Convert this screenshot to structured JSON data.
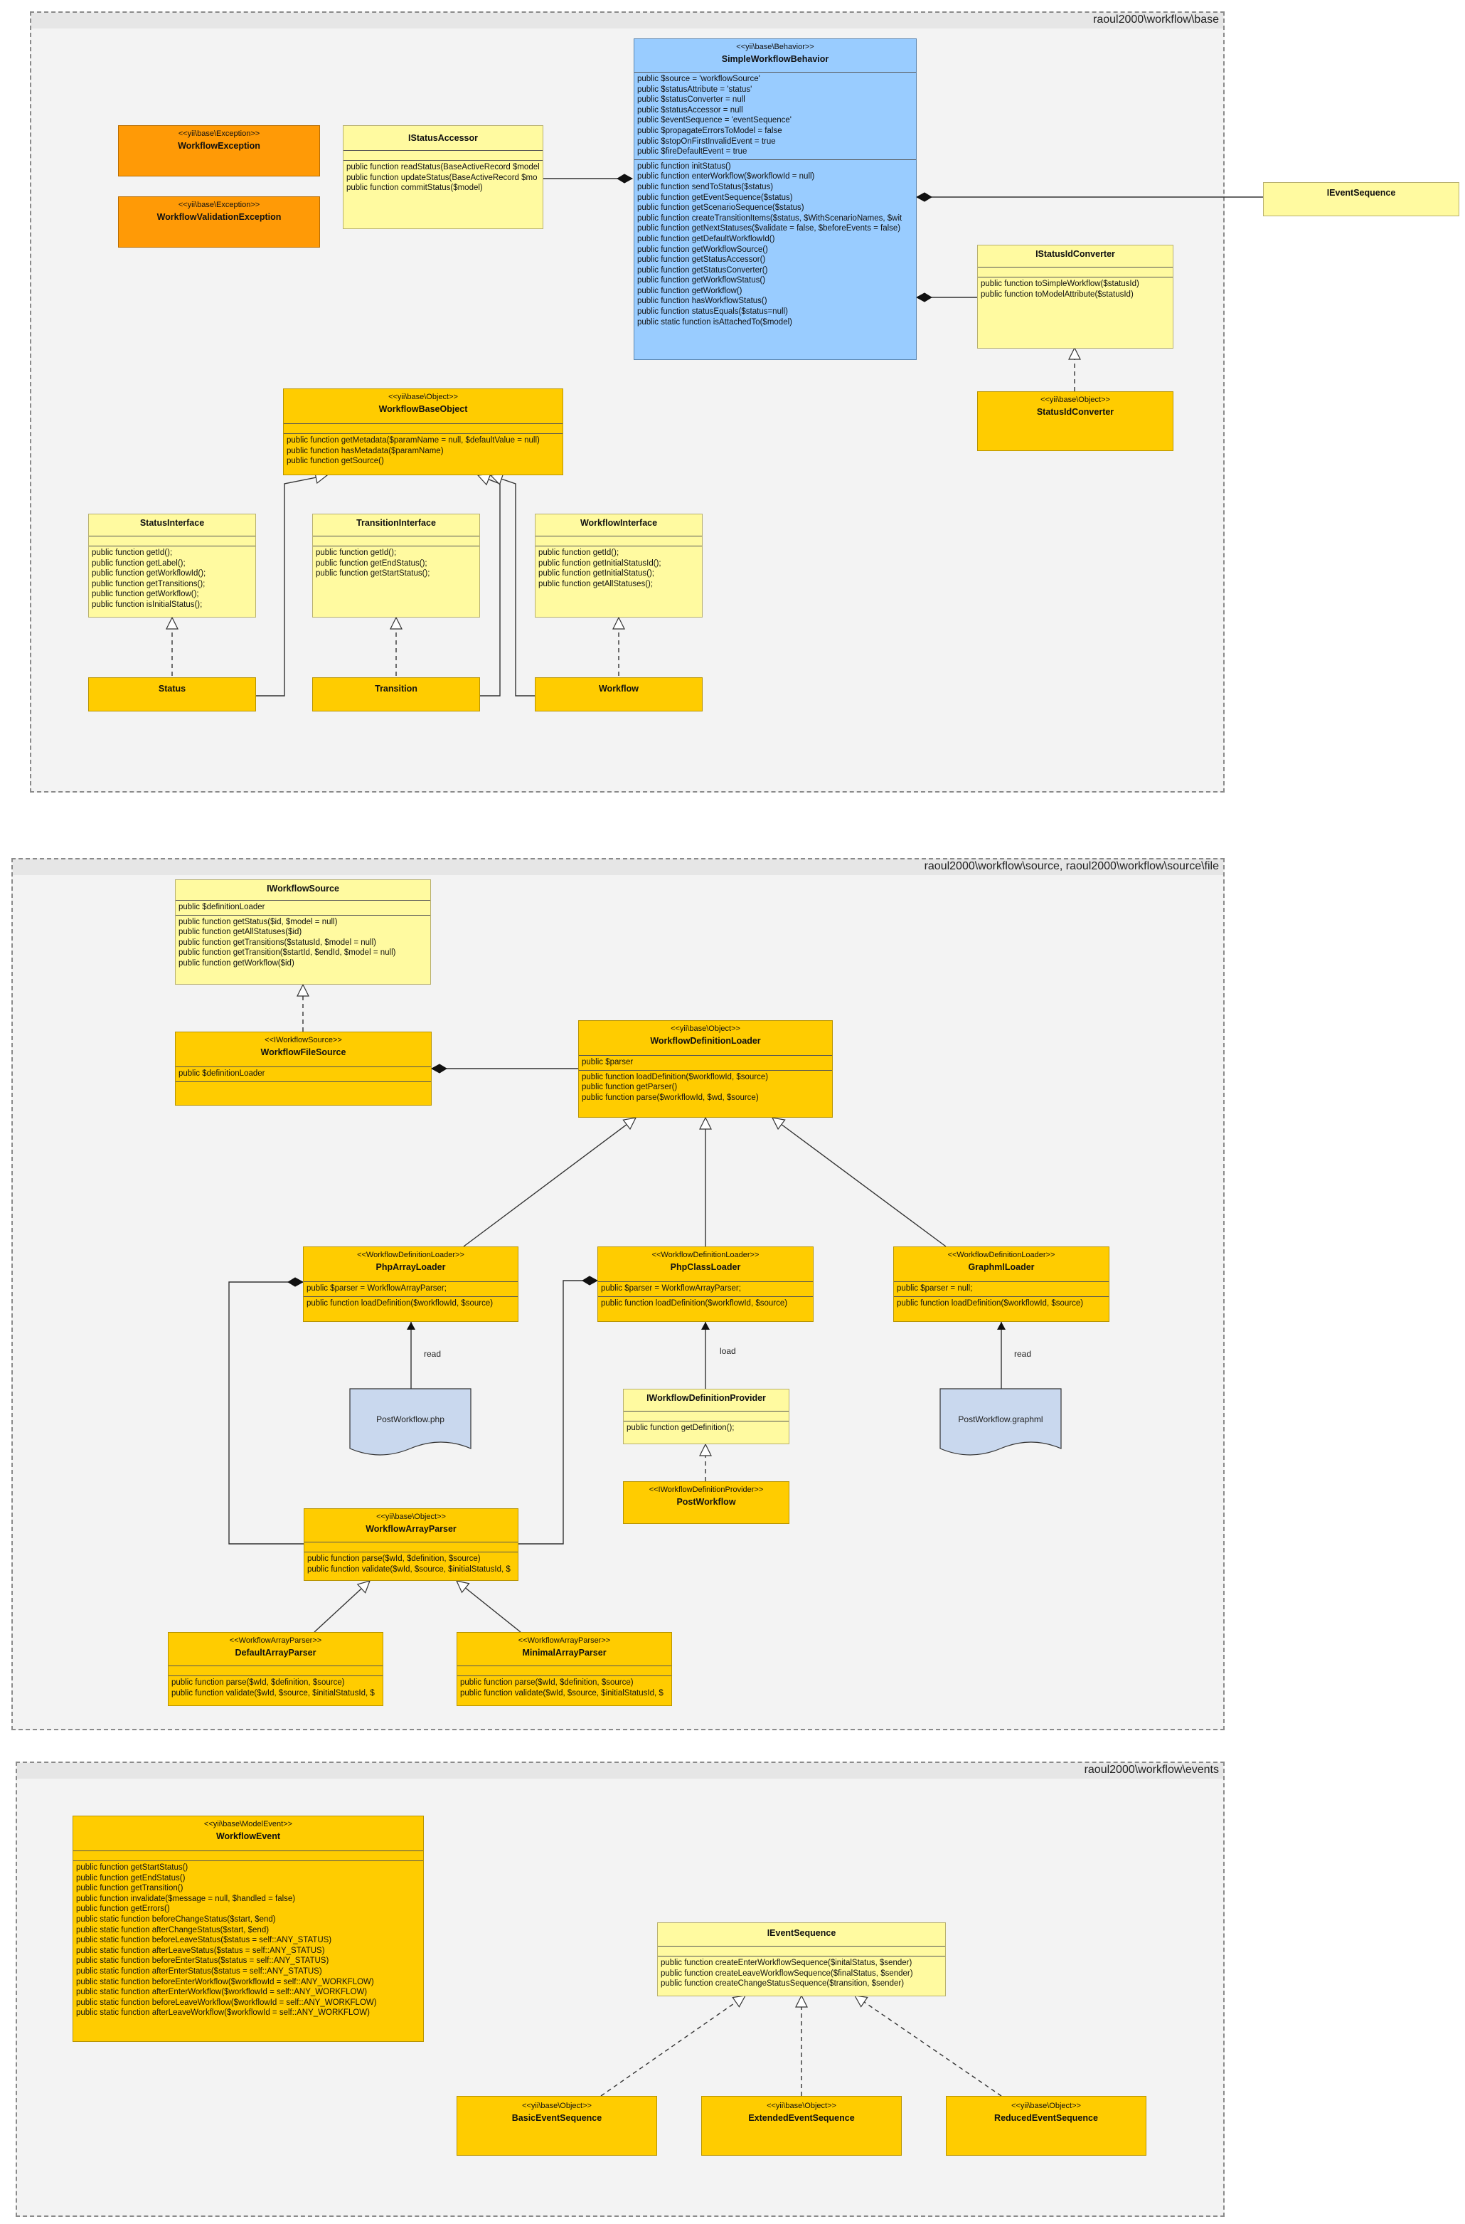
{
  "packages": {
    "base": "raoul2000\\workflow\\base",
    "source": "raoul2000\\workflow\\source, raoul2000\\workflow\\source\\file",
    "events": "raoul2000\\workflow\\events"
  },
  "classes": {
    "workflowException": {
      "stereotype": "<<yii\\base\\Exception>>",
      "name": "WorkflowException"
    },
    "workflowValidationException": {
      "stereotype": "<<yii\\base\\Exception>>",
      "name": "WorkflowValidationException"
    },
    "iStatusAccessor": {
      "name": "IStatusAccessor",
      "methods": [
        "public function readStatus(BaseActiveRecord $model",
        "public function updateStatus(BaseActiveRecord $mo",
        "public function commitStatus($model)"
      ]
    },
    "simpleWorkflowBehavior": {
      "stereotype": "<<yii\\base\\Behavior>>",
      "name": "SimpleWorkflowBehavior",
      "attributes": [
        "public $source = 'workflowSource'",
        "public $statusAttribute = 'status'",
        "public $statusConverter = null",
        "public $statusAccessor = null",
        "public $eventSequence = 'eventSequence'",
        "public $propagateErrorsToModel = false",
        "public $stopOnFirstInvalidEvent = true",
        "public $fireDefaultEvent = true"
      ],
      "methods": [
        "public function initStatus()",
        "public function enterWorkflow($workflowId = null)",
        "public function sendToStatus($status)",
        "public function getEventSequence($status)",
        "public function getScenarioSequence($status)",
        "public function createTransitionItems($status, $WithScenarioNames, $wit",
        "public function getNextStatuses($validate = false, $beforeEvents = false)",
        "public function getDefaultWorkflowId()",
        "public function getWorkflowSource()",
        "public function getStatusAccessor()",
        "public function getStatusConverter()",
        "public function getWorkflowStatus()",
        "public function getWorkflow()",
        "public function hasWorkflowStatus()",
        "public function statusEquals($status=null)",
        "public static function isAttachedTo($model)"
      ]
    },
    "iEventSequenceTop": {
      "name": "IEventSequence"
    },
    "iStatusIdConverter": {
      "name": "IStatusIdConverter",
      "methods": [
        "public function toSimpleWorkflow($statusId)",
        "public function toModelAttribute($statusId)"
      ]
    },
    "statusIdConverter": {
      "stereotype": "<<yii\\base\\Object>>",
      "name": "StatusIdConverter"
    },
    "workflowBaseObject": {
      "stereotype": "<<yii\\base\\Object>>",
      "name": "WorkflowBaseObject",
      "methods": [
        "public function getMetadata($paramName = null, $defaultValue = null)",
        "public function hasMetadata($paramName)",
        "public function getSource()"
      ]
    },
    "statusInterface": {
      "name": "StatusInterface",
      "methods": [
        "public function getId();",
        "public function getLabel();",
        "public function getWorkflowId();",
        "public function getTransitions();",
        "public function getWorkflow();",
        "public function isInitialStatus();"
      ]
    },
    "transitionInterface": {
      "name": "TransitionInterface",
      "methods": [
        "public function getId();",
        "public function getEndStatus();",
        "public function getStartStatus();"
      ]
    },
    "workflowInterface": {
      "name": "WorkflowInterface",
      "methods": [
        "public function getId();",
        "public function getInitialStatusId();",
        "public function getInitialStatus();",
        "public function getAllStatuses();"
      ]
    },
    "status": {
      "name": "Status"
    },
    "transition": {
      "name": "Transition"
    },
    "workflow": {
      "name": "Workflow"
    },
    "iWorkflowSource": {
      "name": "IWorkflowSource",
      "attributes": [
        "public $definitionLoader"
      ],
      "methods": [
        "public function getStatus($id, $model = null)",
        "public function getAllStatuses($id)",
        "public function getTransitions($statusId, $model = null)",
        "public function getTransition($startId, $endId, $model = null)",
        "public function getWorkflow($id)"
      ]
    },
    "workflowFileSource": {
      "stereotype": "<<IWorkflowSource>>",
      "name": "WorkflowFileSource",
      "attributes": [
        "public $definitionLoader"
      ]
    },
    "workflowDefinitionLoader": {
      "stereotype": "<<yii\\base\\Object>>",
      "name": "WorkflowDefinitionLoader",
      "attributes": [
        "public $parser"
      ],
      "methods": [
        "public function loadDefinition($workflowId, $source)",
        "public function getParser()",
        "public function parse($workflowId, $wd, $source)"
      ]
    },
    "phpArrayLoader": {
      "stereotype": "<<WorkflowDefinitionLoader>>",
      "name": "PhpArrayLoader",
      "attributes": [
        "public $parser = WorkflowArrayParser;"
      ],
      "methods": [
        "public function loadDefinition($workflowId, $source)"
      ]
    },
    "phpClassLoader": {
      "stereotype": "<<WorkflowDefinitionLoader>>",
      "name": "PhpClassLoader",
      "attributes": [
        "public $parser = WorkflowArrayParser;"
      ],
      "methods": [
        "public function loadDefinition($workflowId, $source)"
      ]
    },
    "graphmlLoader": {
      "stereotype": "<<WorkflowDefinitionLoader>>",
      "name": "GraphmlLoader",
      "attributes": [
        "public $parser = null;"
      ],
      "methods": [
        "public function loadDefinition($workflowId, $source)"
      ]
    },
    "iWorkflowDefinitionProvider": {
      "name": "IWorkflowDefinitionProvider",
      "methods": [
        "public function getDefinition();"
      ]
    },
    "postWorkflow": {
      "stereotype": "<<IWorkflowDefinitionProvider>>",
      "name": "PostWorkflow"
    },
    "workflowArrayParser": {
      "stereotype": "<<yii\\base\\Object>>",
      "name": "WorkflowArrayParser",
      "methods": [
        "public function parse($wId, $definition, $source)",
        "public function validate($wId, $source, $initialStatusId, $"
      ]
    },
    "defaultArrayParser": {
      "stereotype": "<<WorkflowArrayParser>>",
      "name": "DefaultArrayParser",
      "methods": [
        "public function parse($wId, $definition, $source)",
        "public function validate($wId, $source, $initialStatusId, $"
      ]
    },
    "minimalArrayParser": {
      "stereotype": "<<WorkflowArrayParser>>",
      "name": "MinimalArrayParser",
      "methods": [
        "public function parse($wId, $definition, $source)",
        "public function validate($wId, $source, $initialStatusId, $"
      ]
    },
    "workflowEvent": {
      "stereotype": "<<yii\\base\\ModelEvent>>",
      "name": "WorkflowEvent",
      "methods": [
        "public function getStartStatus()",
        "public function getEndStatus()",
        "public function getTransition()",
        "public function invalidate($message = null, $handled = false)",
        "public function getErrors()",
        "public static function beforeChangeStatus($start, $end)",
        "public static function afterChangeStatus($start, $end)",
        "public static function beforeLeaveStatus($status = self::ANY_STATUS)",
        "public static function afterLeaveStatus($status = self::ANY_STATUS)",
        "public static function beforeEnterStatus($status = self::ANY_STATUS)",
        "public static function afterEnterStatus($status = self::ANY_STATUS)",
        "public static function beforeEnterWorkflow($workflowId = self::ANY_WORKFLOW)",
        "public static function afterEnterWorkflow($workflowId = self::ANY_WORKFLOW)",
        "public static function beforeLeaveWorkflow($workflowId = self::ANY_WORKFLOW)",
        "public static function afterLeaveWorkflow($workflowId = self::ANY_WORKFLOW)"
      ]
    },
    "iEventSequence": {
      "name": "IEventSequence",
      "methods": [
        "public function createEnterWorkflowSequence($initalStatus, $sender)",
        "public function createLeaveWorkflowSequence($finalStatus, $sender)",
        "public function createChangeStatusSequence($transition, $sender)"
      ]
    },
    "basicEventSequence": {
      "stereotype": "<<yii\\base\\Object>>",
      "name": "BasicEventSequence"
    },
    "extendedEventSequence": {
      "stereotype": "<<yii\\base\\Object>>",
      "name": "ExtendedEventSequence"
    },
    "reducedEventSequence": {
      "stereotype": "<<yii\\base\\Object>>",
      "name": "ReducedEventSequence"
    }
  },
  "documents": {
    "postWorkflowPhp": "PostWorkflow.php",
    "postWorkflowGraphml": "PostWorkflow.graphml"
  },
  "edge_labels": {
    "read1": "read",
    "load": "load",
    "read2": "read"
  },
  "colors": {
    "exception": "#ff9a06",
    "class": "#ffcc00",
    "interface": "#fffaa0",
    "behavior": "#99ccff",
    "package": "#f3f3f3"
  }
}
